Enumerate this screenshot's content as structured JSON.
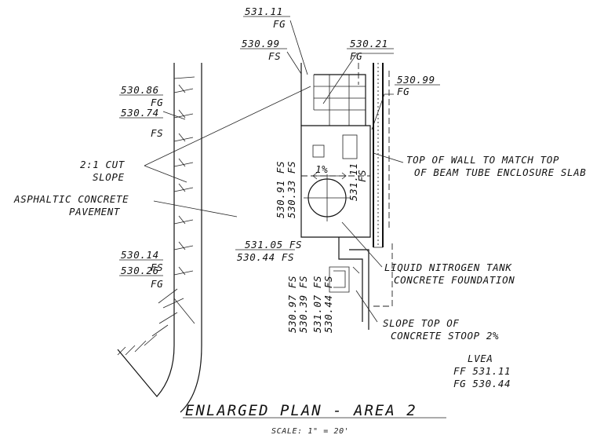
{
  "elevations": {
    "top_fg": "531.11",
    "top_fg_tag": "FG",
    "top_fs": "530.99",
    "top_fs_tag": "FS",
    "mid_fg": "530.21",
    "mid_fg_tag": "FG",
    "right_fg": "530.99",
    "right_fg_tag": "FG",
    "left_fg": "530.86",
    "left_fg_tag": "FG",
    "left_fs": "530.74",
    "left_fs_tag": "FS",
    "low_fs": "530.14",
    "low_fs_tag": "FS",
    "low_fg": "530.26",
    "low_fg_tag": "FG",
    "pad_v1": "530.91 FS",
    "pad_v2": "530.33 FS",
    "pad_v3": "531.11",
    "pad_v3_tag": "FS",
    "pad_bottom_1": "531.05 FS",
    "pad_bottom_2": "530.44 FS",
    "stoop_v1": "530.97 FS",
    "stoop_v2": "530.39 FS",
    "stoop_v3": "531.07 FS",
    "stoop_v4": "530.44 FS"
  },
  "slope_pct": "1%",
  "callouts": {
    "cut_slope_1": "2:1 CUT",
    "cut_slope_2": "SLOPE",
    "asphalt_1": "ASPHALTIC CONCRETE",
    "asphalt_2": "PAVEMENT",
    "wall_1": "TOP OF WALL TO MATCH TOP",
    "wall_2": "OF BEAM TUBE ENCLOSURE SLAB",
    "tank_1": "LIQUID NITROGEN TANK",
    "tank_2": "CONCRETE FOUNDATION",
    "stoop_1": "SLOPE TOP OF",
    "stoop_2": "CONCRETE STOOP 2%",
    "lvea_1": "LVEA",
    "lvea_2": "FF 531.11",
    "lvea_3": "FG 530.44"
  },
  "title": "ENLARGED PLAN - AREA 2",
  "scale": "SCALE: 1\" = 20'"
}
